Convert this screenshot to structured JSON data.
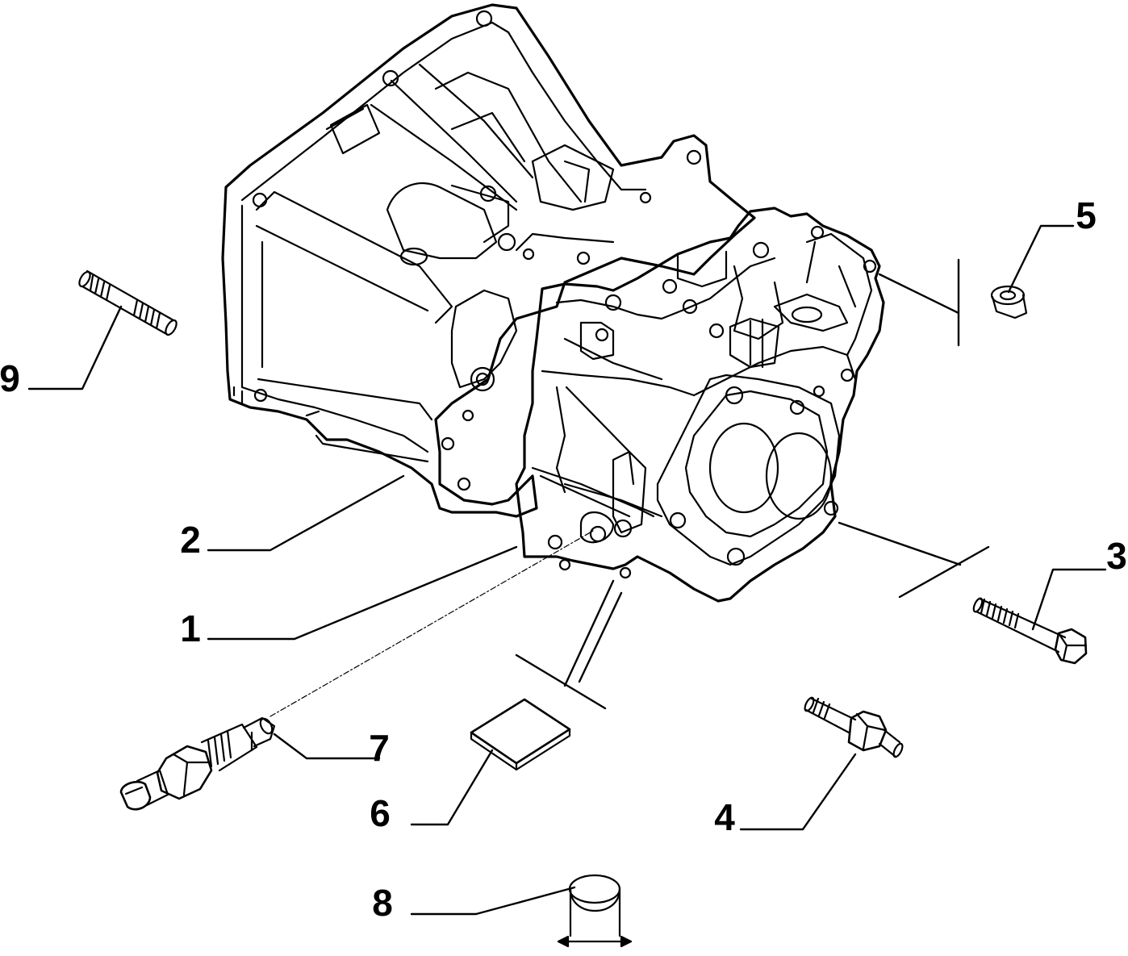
{
  "diagram": {
    "line_color": "#000000",
    "background_color": "#ffffff"
  },
  "callouts": {
    "c1": "1",
    "c2": "2",
    "c3": "3",
    "c4": "4",
    "c5": "5",
    "c6": "6",
    "c7": "7",
    "c8": "8",
    "c9": "9"
  },
  "parts": [
    {
      "callout": "1",
      "icon": "gearbox-rear-housing"
    },
    {
      "callout": "2",
      "icon": "clutch-bell-housing"
    },
    {
      "callout": "3",
      "icon": "hex-bolt"
    },
    {
      "callout": "4",
      "icon": "double-ended-stud"
    },
    {
      "callout": "5",
      "icon": "bushing"
    },
    {
      "callout": "6",
      "icon": "gasket-plate"
    },
    {
      "callout": "7",
      "icon": "sensor-switch"
    },
    {
      "callout": "8",
      "icon": "plug-cap"
    },
    {
      "callout": "9",
      "icon": "threaded-stud"
    }
  ]
}
